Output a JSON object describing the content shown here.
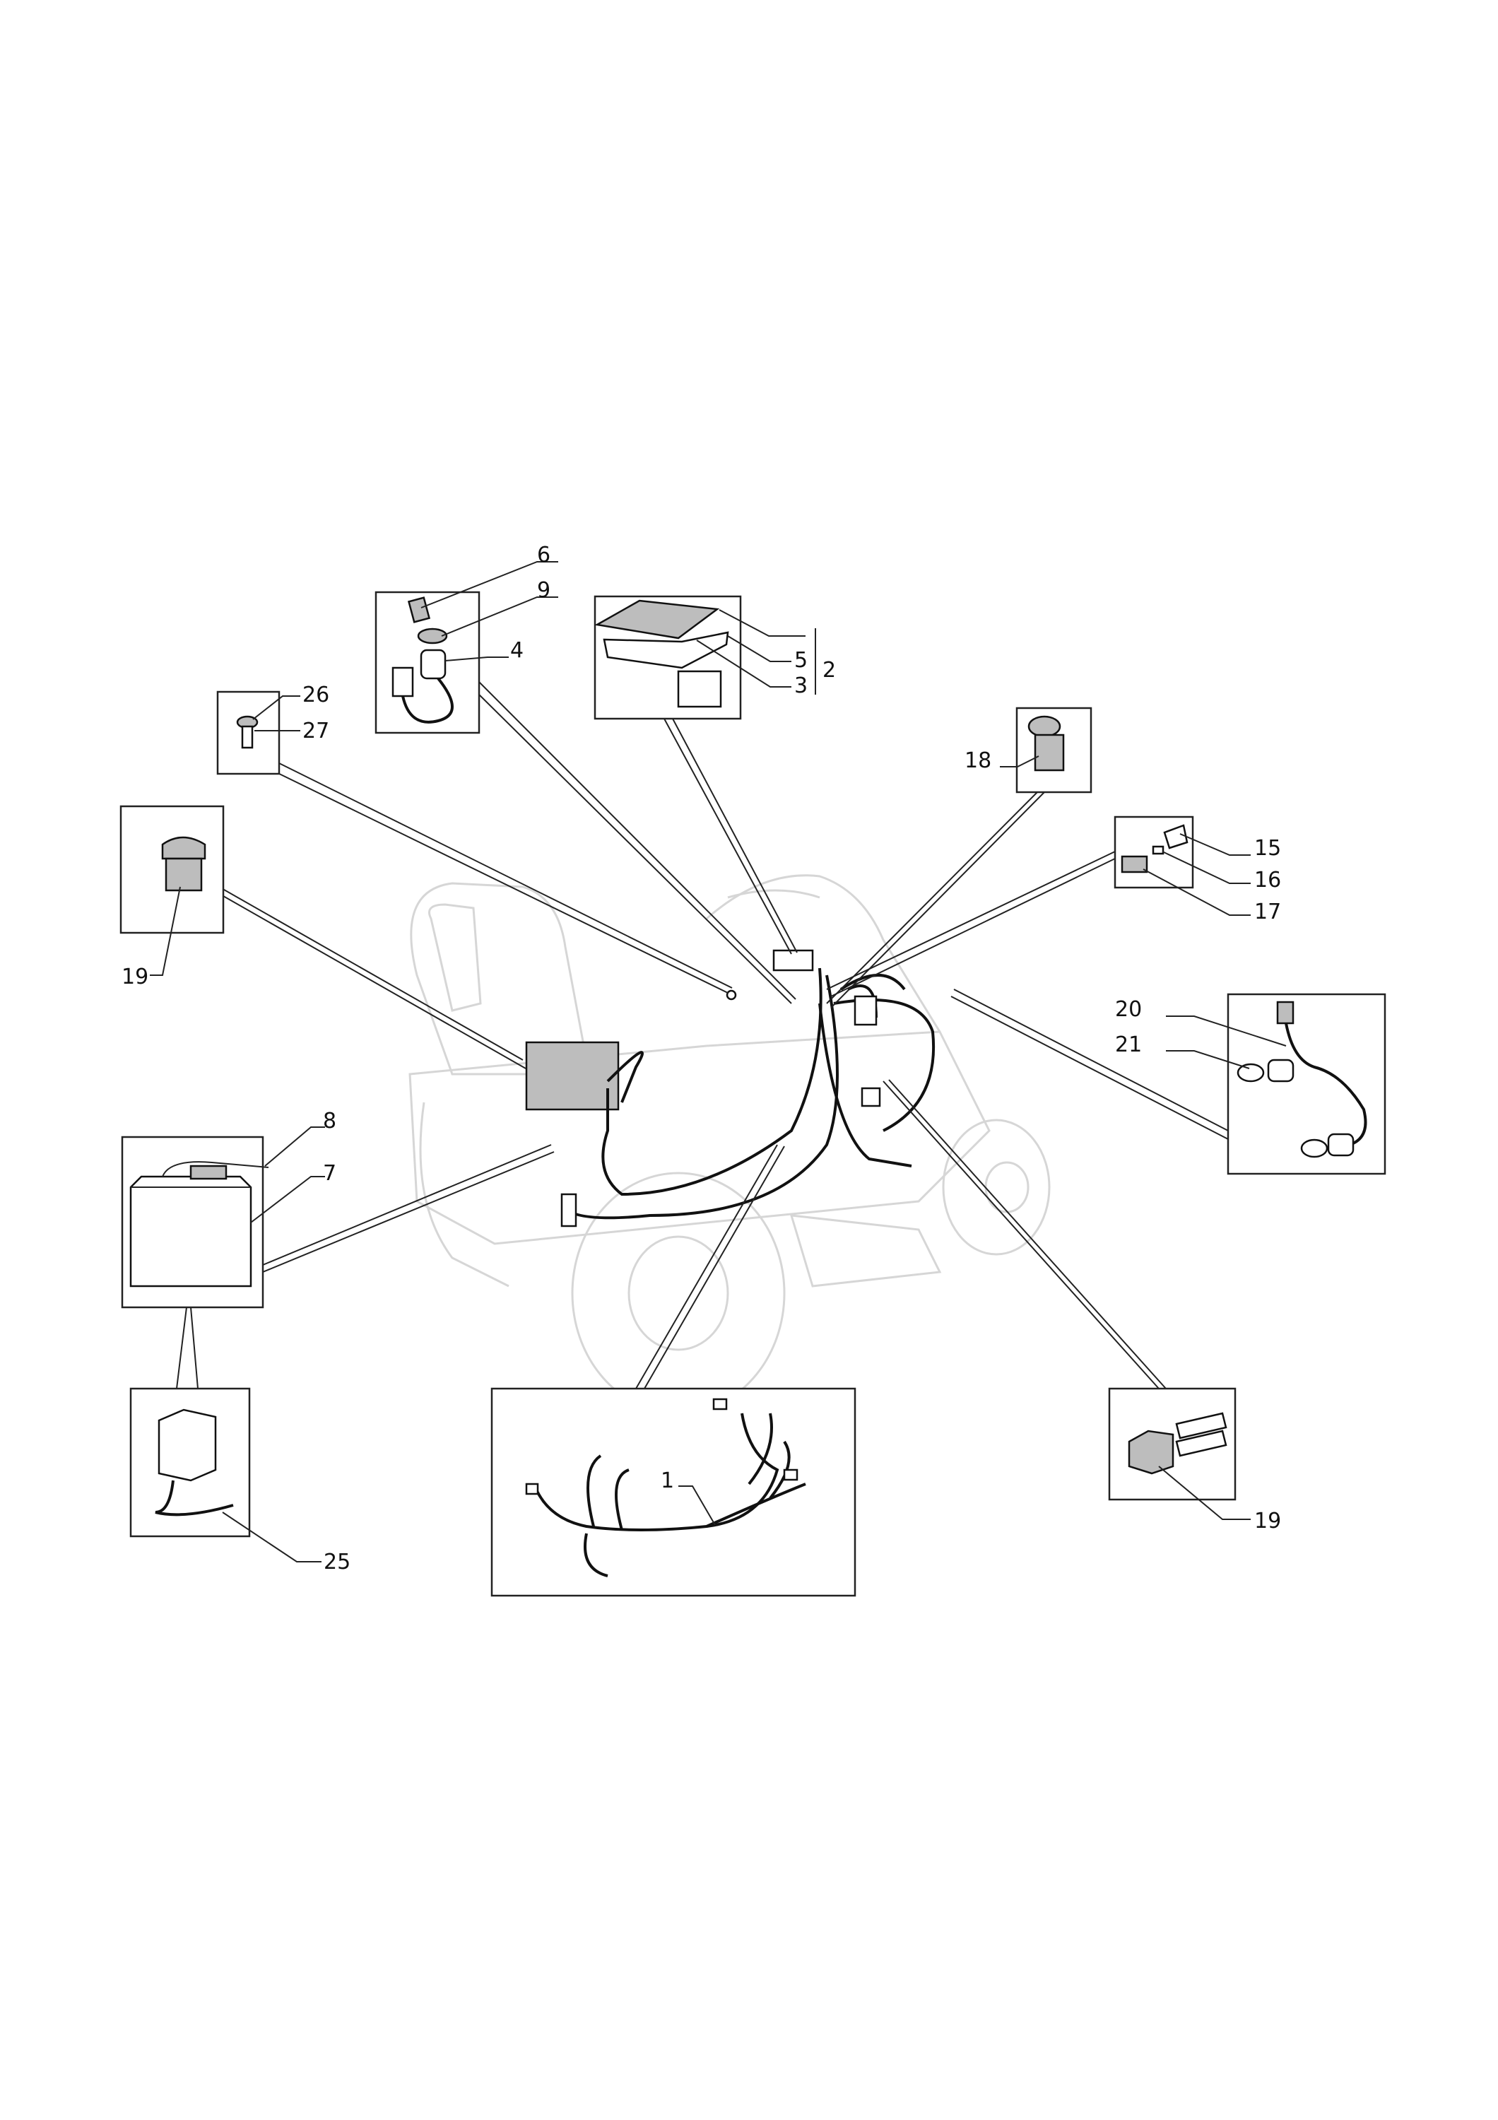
{
  "callouts": {
    "c1": "1",
    "c2": "2",
    "c3": "3",
    "c4": "4",
    "c5": "5",
    "c6": "6",
    "c7": "7",
    "c8": "8",
    "c9": "9",
    "c15": "15",
    "c16": "16",
    "c17": "17",
    "c18": "18",
    "c19_left": "19",
    "c19_right": "19",
    "c20": "20",
    "c21": "21",
    "c25": "25",
    "c26": "26",
    "c27": "27"
  }
}
